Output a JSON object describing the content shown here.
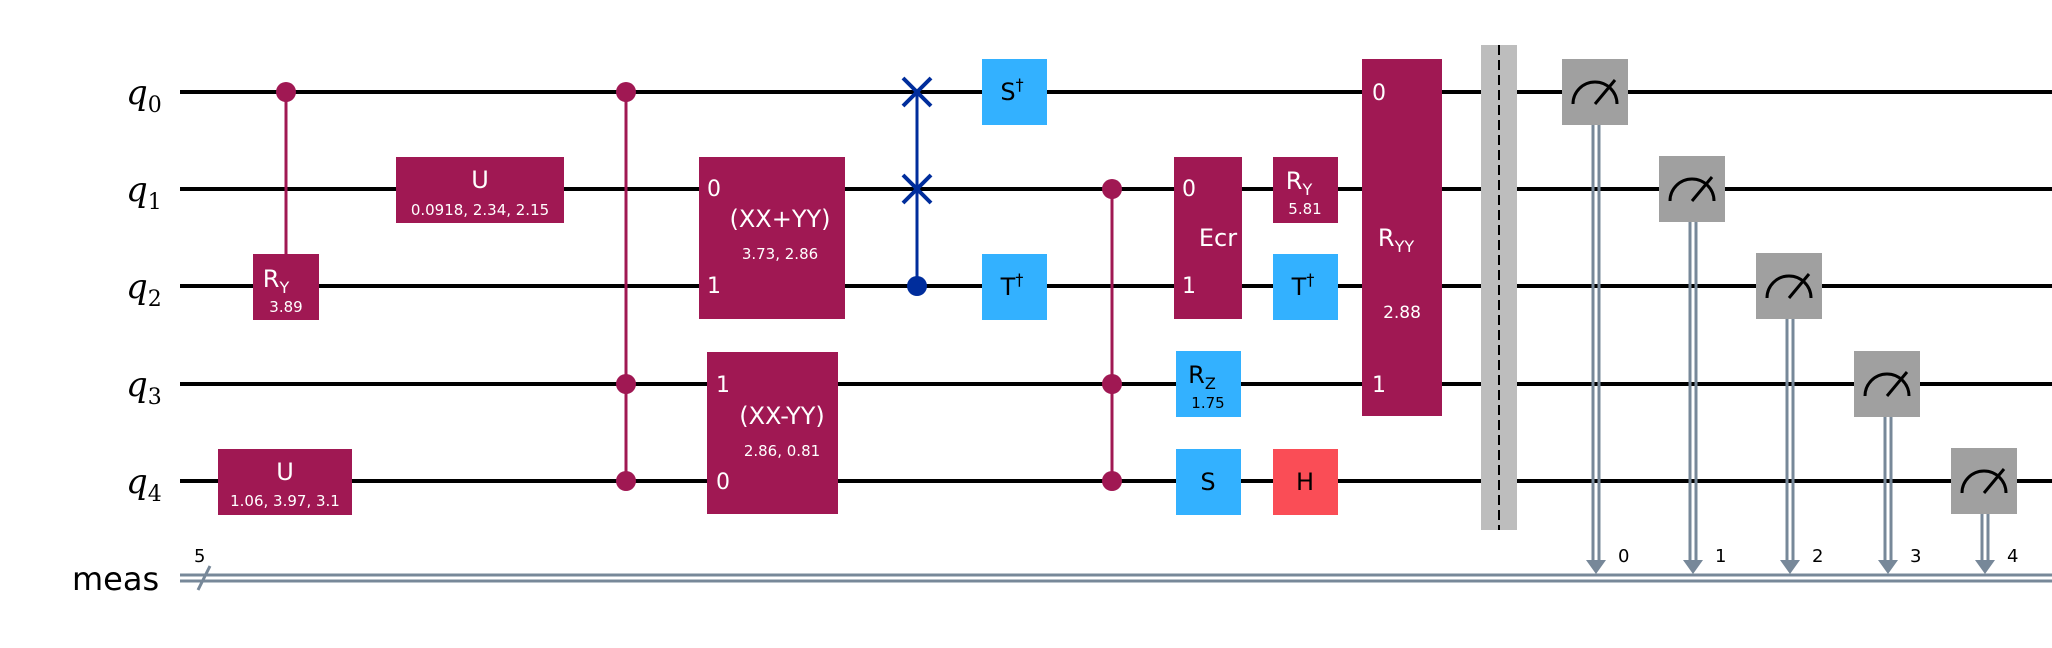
{
  "colors": {
    "two_qubit": "#a01853",
    "clifford_light": "#33b1ff",
    "h_gate": "#fa4d56",
    "swap": "#002d9c",
    "measure": "#a0a0a0",
    "barrier": "#bdbdbd",
    "classical_wire": "#778899"
  },
  "qubits": [
    {
      "base": "q",
      "index": "0"
    },
    {
      "base": "q",
      "index": "1"
    },
    {
      "base": "q",
      "index": "2"
    },
    {
      "base": "q",
      "index": "3"
    },
    {
      "base": "q",
      "index": "4"
    }
  ],
  "classical_register": {
    "name": "meas",
    "size": "5"
  },
  "gates": {
    "cry": {
      "main": "R",
      "sub": "Y",
      "param": "3.89"
    },
    "u_q1": {
      "main": "U",
      "param": "0.0918, 2.34, 2.15"
    },
    "u_q4": {
      "main": "U",
      "param": "1.06, 3.97, 3.1"
    },
    "xx_plus_yy": {
      "main": "(XX+YY)",
      "param": "3.73, 2.86",
      "port_top": "0",
      "port_bottom": "1"
    },
    "xx_minus_yy": {
      "main": "(XX-YY)",
      "param": "2.86, 0.81",
      "port_top": "1",
      "port_bottom": "0"
    },
    "sdg": {
      "main": "S",
      "sup": "†"
    },
    "tdg_q2": {
      "main": "T",
      "sup": "†"
    },
    "ecr": {
      "main": "Ecr",
      "port_top": "0",
      "port_bottom": "1"
    },
    "rz": {
      "main": "R",
      "sub": "Z",
      "param": "1.75"
    },
    "s": {
      "main": "S"
    },
    "ry_q1": {
      "main": "R",
      "sub": "Y",
      "param": "5.81"
    },
    "tdg_q2b": {
      "main": "T",
      "sup": "†"
    },
    "h": {
      "main": "H"
    },
    "ryy": {
      "main": "R",
      "sub": "YY",
      "param": "2.88",
      "port_top": "0",
      "port_bottom": "1"
    }
  },
  "measure_bits": [
    "0",
    "1",
    "2",
    "3",
    "4"
  ]
}
